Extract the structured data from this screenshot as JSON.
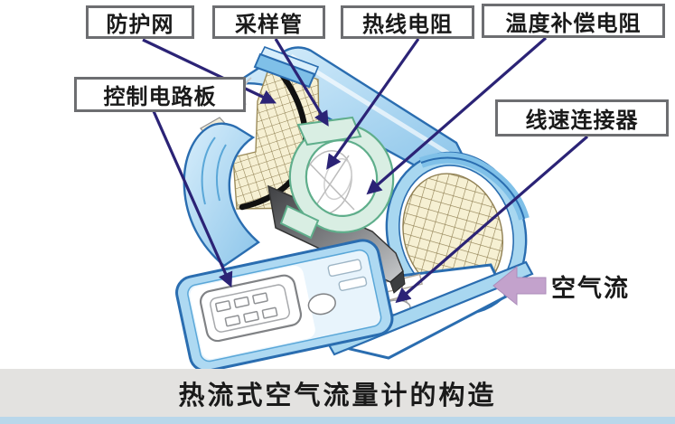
{
  "figure": {
    "title": "热流式空气流量计的构造",
    "airflow_label": "空气流"
  },
  "callouts": [
    {
      "id": "protective-mesh",
      "label": "防护网"
    },
    {
      "id": "sampling-tube",
      "label": "采样管"
    },
    {
      "id": "hot-wire-resistor",
      "label": "热线电阻"
    },
    {
      "id": "temp-compensation-resistor",
      "label": "温度补偿电阻"
    },
    {
      "id": "control-circuit-board",
      "label": "控制电路板"
    },
    {
      "id": "wire-connector",
      "label": "线速连接器"
    }
  ],
  "icons": {
    "airflow_arrow": "left-block-arrow",
    "callout_arrow": "navy-pointer-line"
  },
  "colors": {
    "callout_border": "#6d6e71",
    "callout_bg": "#ffffff",
    "arrow_navy": "#2b2376",
    "airflow_arrow": "#c3a2cc",
    "housing_blue": "#a8d7f0",
    "housing_outline": "#2a6db0",
    "mesh_fill": "#f6f0d3",
    "mesh_line": "#8f7f52",
    "tube_green_fill": "#d9eee3",
    "tube_green_line": "#5fae8b",
    "board_dark": "#3f4043",
    "caption_band": "#e3e2e0",
    "bottom_strip": "#b9d7ea"
  }
}
